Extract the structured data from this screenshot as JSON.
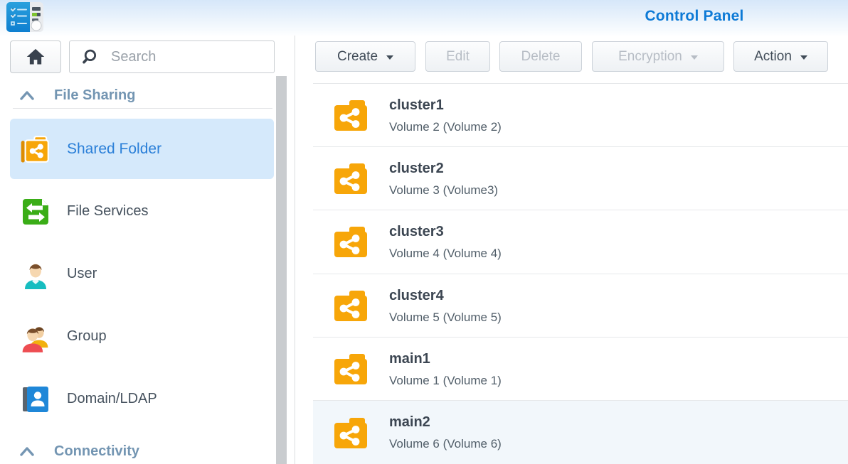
{
  "header": {
    "title": "Control Panel",
    "app_icon": "control-panel-app-icon"
  },
  "sidebar": {
    "search": {
      "placeholder": "Search"
    },
    "sections": [
      {
        "label": "File Sharing"
      },
      {
        "label": "Connectivity"
      }
    ],
    "items": [
      {
        "label": "Shared Folder",
        "icon": "shared-folder-icon",
        "selected": true
      },
      {
        "label": "File Services",
        "icon": "file-services-icon",
        "selected": false
      },
      {
        "label": "User",
        "icon": "user-icon",
        "selected": false
      },
      {
        "label": "Group",
        "icon": "group-icon",
        "selected": false
      },
      {
        "label": "Domain/LDAP",
        "icon": "domain-ldap-icon",
        "selected": false
      }
    ]
  },
  "toolbar": {
    "buttons": [
      {
        "label": "Create",
        "disabled": false,
        "dropdown": true
      },
      {
        "label": "Edit",
        "disabled": true,
        "dropdown": false
      },
      {
        "label": "Delete",
        "disabled": true,
        "dropdown": false
      },
      {
        "label": "Encryption",
        "disabled": true,
        "dropdown": true
      },
      {
        "label": "Action",
        "disabled": false,
        "dropdown": true
      }
    ]
  },
  "folders": [
    {
      "name": "cluster1",
      "location": "Volume 2 (Volume 2)",
      "icon": "shared-folder-icon",
      "highlighted": false
    },
    {
      "name": "cluster2",
      "location": "Volume 3 (Volume3)",
      "icon": "shared-folder-icon",
      "highlighted": false
    },
    {
      "name": "cluster3",
      "location": "Volume 4 (Volume 4)",
      "icon": "shared-folder-icon",
      "highlighted": false
    },
    {
      "name": "cluster4",
      "location": "Volume 5 (Volume 5)",
      "icon": "shared-folder-icon",
      "highlighted": false
    },
    {
      "name": "main1",
      "location": "Volume 1 (Volume 1)",
      "icon": "shared-folder-icon",
      "highlighted": false
    },
    {
      "name": "main2",
      "location": "Volume 6 (Volume 6)",
      "icon": "shared-folder-icon",
      "highlighted": true
    }
  ],
  "colors": {
    "title_blue": "#0d7ad6",
    "selected_item_bg": "#d5e9fb",
    "selected_item_text": "#2a7fd8",
    "section_header_text": "#7395b2",
    "folder_orange": "#f7a609",
    "disabled_text": "#b7bdc5"
  }
}
